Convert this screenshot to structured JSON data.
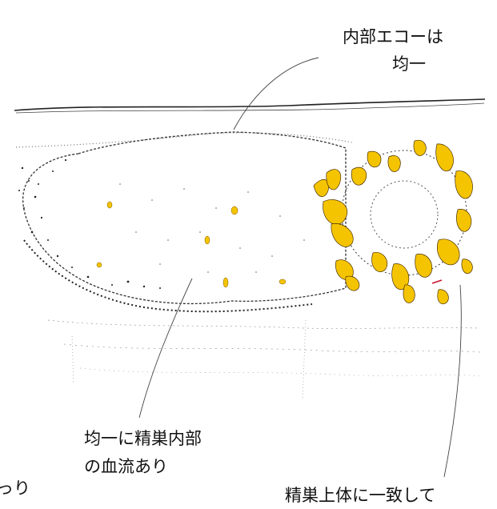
{
  "labels": {
    "internal_echo_line1": "内部エコーは",
    "internal_echo_line2": "均一",
    "blood_flow_line1": "均一に精巣内部",
    "blood_flow_line2": "の血流あり",
    "cut_left": "っり",
    "cut_right": "精巣上体に一致して"
  },
  "colors": {
    "ink": "#1a1a1a",
    "doppler_yellow": "#f5c400",
    "doppler_orange": "#e8a400",
    "doppler_red": "#c8102e"
  }
}
